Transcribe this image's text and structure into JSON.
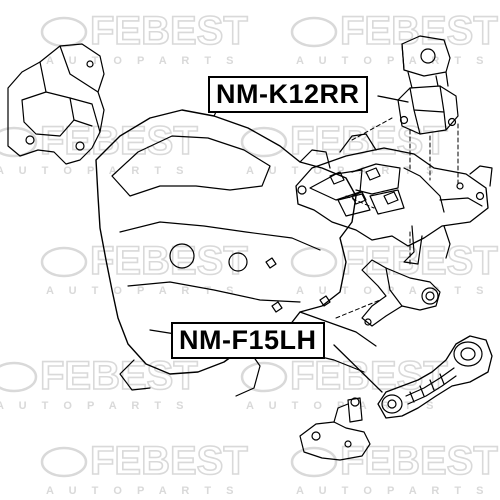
{
  "parts": [
    {
      "part_number": "NM-K12RR"
    },
    {
      "part_number": "NM-F15LH"
    }
  ],
  "watermark": {
    "brand": "FEBEST",
    "tagline": "AUTO PARTS",
    "color": "#d9d9d9"
  },
  "colors": {
    "line": "#000000",
    "background": "#ffffff"
  }
}
